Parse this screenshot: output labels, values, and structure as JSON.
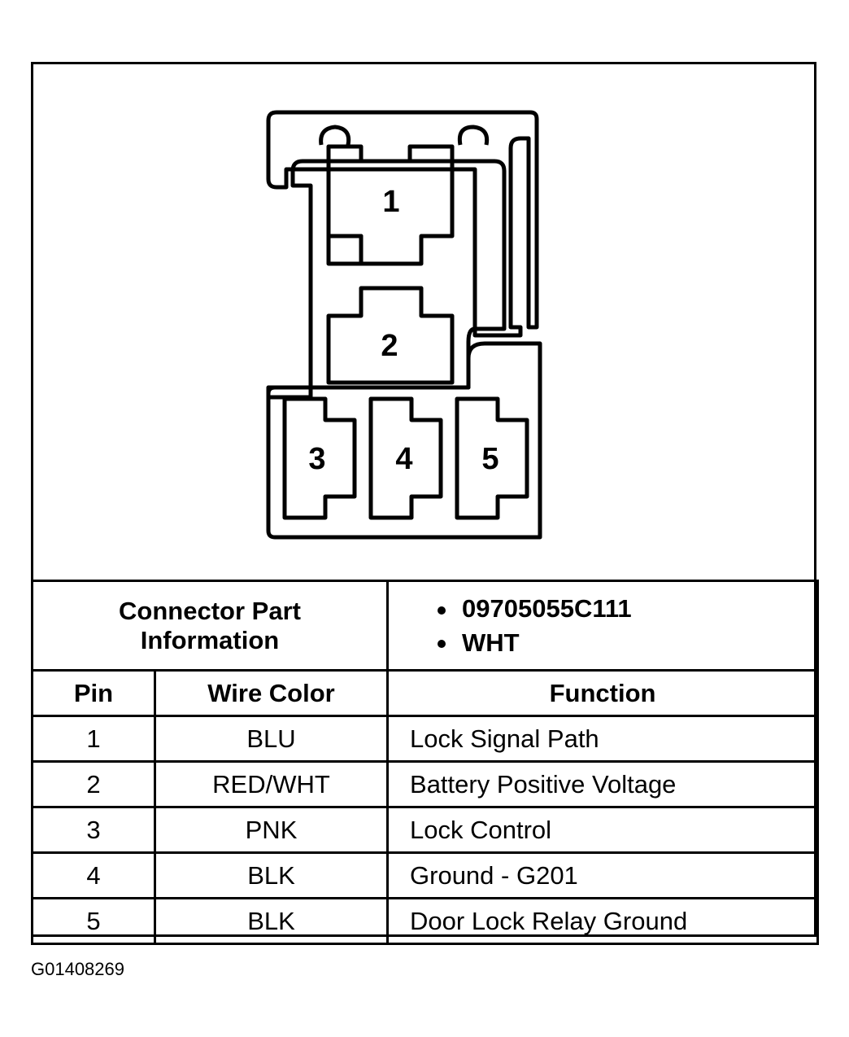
{
  "connector": {
    "pins": [
      "1",
      "2",
      "3",
      "4",
      "5"
    ]
  },
  "part_info": {
    "title_line1": "Connector Part",
    "title_line2": "Information",
    "items": [
      "09705055C111",
      "WHT"
    ]
  },
  "table": {
    "headers": {
      "pin": "Pin",
      "wire_color": "Wire Color",
      "function": "Function"
    },
    "rows": [
      {
        "pin": "1",
        "wire_color": "BLU",
        "function": "Lock Signal Path"
      },
      {
        "pin": "2",
        "wire_color": "RED/WHT",
        "function": "Battery Positive Voltage"
      },
      {
        "pin": "3",
        "wire_color": "PNK",
        "function": "Lock Control"
      },
      {
        "pin": "4",
        "wire_color": "BLK",
        "function": "Ground - G201"
      },
      {
        "pin": "5",
        "wire_color": "BLK",
        "function": "Door Lock Relay Ground"
      }
    ]
  },
  "figure_id": "G01408269"
}
